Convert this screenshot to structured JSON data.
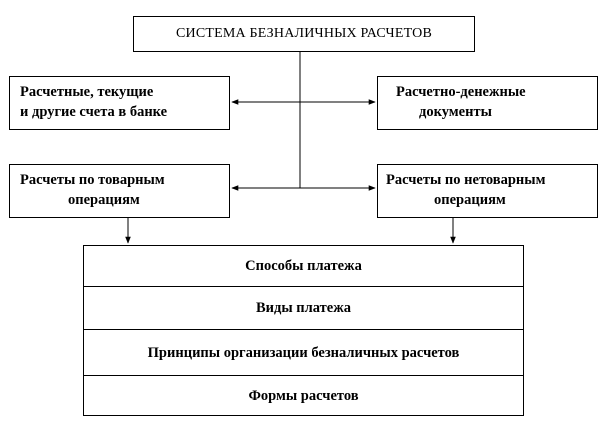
{
  "title": "СИСТЕМА БЕЗНАЛИЧНЫХ РАСЧЕТОВ",
  "left_top": {
    "line1": "Расчетные, текущие",
    "line2": "и другие счета в банке"
  },
  "right_top": {
    "line1": "Расчетно-денежные",
    "line2": "документы"
  },
  "left_bottom": {
    "line1": "Расчеты по товарным",
    "line2": "операциям"
  },
  "right_bottom": {
    "line1": "Расчеты по нетоварным",
    "line2": "операциям"
  },
  "bottom_rows": [
    "Способы платежа",
    "Виды платежа",
    "Принципы организации безналичных расчетов",
    "Формы расчетов"
  ]
}
